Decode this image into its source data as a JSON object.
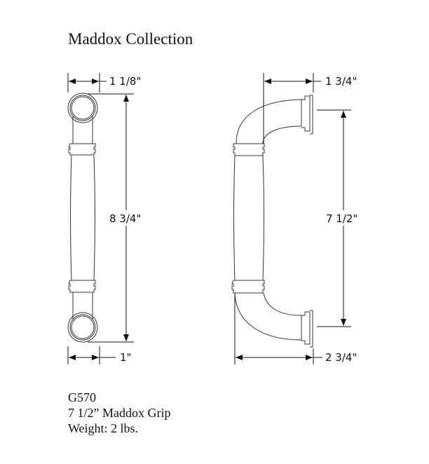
{
  "title": "Maddox Collection",
  "dimensions": {
    "front_width_top": "1 1/8\"",
    "front_height": "8 3/4\"",
    "front_width_bottom": "1\"",
    "side_projection": "1 3/4\"",
    "side_center_to_center": "7 1/2\"",
    "side_depth": "2 3/4\""
  },
  "product": {
    "sku": "G570",
    "name": "7 1/2” Maddox Grip",
    "weight": "Weight: 2 lbs."
  }
}
